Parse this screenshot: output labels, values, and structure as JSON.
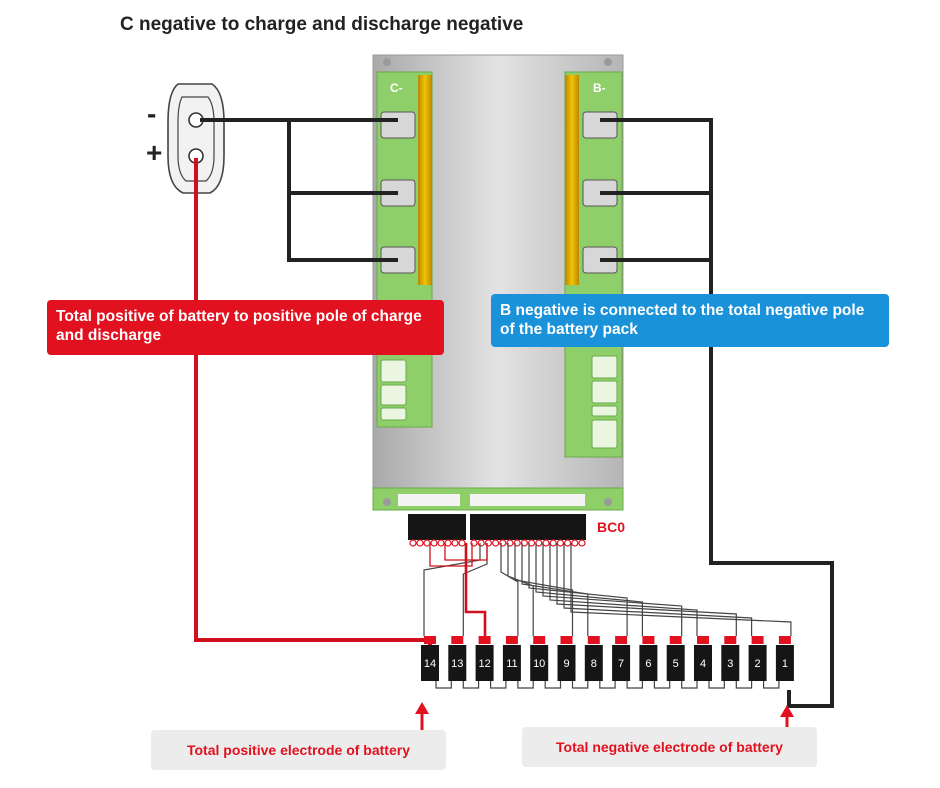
{
  "title": "C negative to charge and discharge negative",
  "callouts": {
    "positive": "Total positive of battery to positive pole of charge and discharge",
    "negative": "B negative is connected to the total negative pole of the battery pack"
  },
  "notes": {
    "positive_electrode": "Total positive electrode of battery",
    "negative_electrode": "Total negative electrode of battery"
  },
  "connector_signs": {
    "minus": "-",
    "plus": "+"
  },
  "board_labels": {
    "c_minus": "C-",
    "b_minus": "B-",
    "bc0": "BC0"
  },
  "cells": [
    "14",
    "13",
    "12",
    "11",
    "10",
    "9",
    "8",
    "7",
    "6",
    "5",
    "4",
    "3",
    "2",
    "1"
  ],
  "colors": {
    "wire_black": "#222222",
    "wire_red": "#d0101c",
    "pcb_green": "#8fcf6a",
    "heatsink": "#c8c8c8",
    "copper": "#d9a400"
  }
}
